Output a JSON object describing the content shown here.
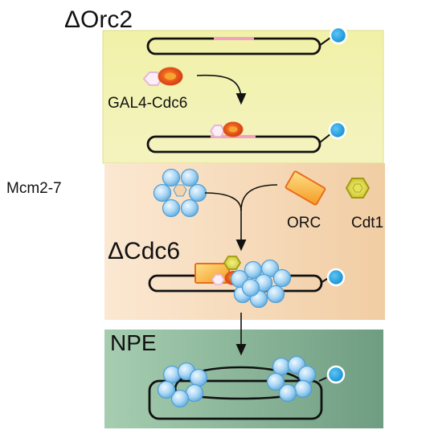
{
  "panels": [
    {
      "id": "orc2",
      "title": "ΔOrc2",
      "color": "#f3f2b0"
    },
    {
      "id": "cdc6",
      "title": "ΔCdc6",
      "color": "#f4d4ad"
    },
    {
      "id": "npe",
      "title": "NPE",
      "color": "#8bb79e"
    }
  ],
  "labels": {
    "gal4": "GAL4-Cdc6",
    "mcm": "Mcm2-7",
    "orc": "ORC",
    "cdt1": "Cdt1"
  },
  "colors": {
    "panel_yellow": "#f3f2b0",
    "panel_peach": "#f4d4ad",
    "panel_green": "#8bb79e",
    "dna_insert": "#f0a2bf",
    "biotin_blue": "#1e9de0",
    "mcm_blue": "#9dcff1",
    "orc_orange": "#f7a62b",
    "cdc6_red": "#e94f1c",
    "cdt1_olive": "#c8c41f"
  },
  "icons": [
    "dna-plasmid-icon",
    "biotin-bead-icon",
    "gal4-cdc6-icon",
    "mcm2-7-ring-icon",
    "orc-icon",
    "cdt1-icon",
    "arrow-down-icon"
  ]
}
